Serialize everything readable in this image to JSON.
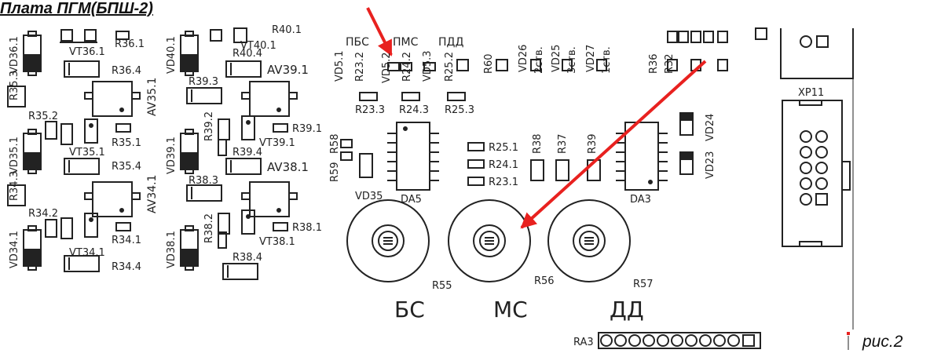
{
  "title": "Плата ПГМ(БПШ-2)",
  "figure_label": "рис.2",
  "colors": {
    "line": "#222222",
    "arrow": "#e8211f",
    "background": "#ffffff"
  },
  "group_labels": [
    "ПБС",
    "ПМС",
    "ПДД"
  ],
  "pot_labels": [
    "БС",
    "МС",
    "ДД"
  ],
  "resistors_left": [
    "R36.1",
    "R36.4",
    "R35.1",
    "R35.4",
    "R34.1",
    "R34.4",
    "R35.3",
    "R35.2",
    "R34.3",
    "R34.2",
    "R40.1",
    "R40.4",
    "R39.3",
    "R39.2",
    "R39.1",
    "R39.4",
    "R38.3",
    "R38.2",
    "R38.1",
    "R38.4"
  ],
  "transistors": [
    "VT36.1",
    "VT35.1",
    "VT34.1",
    "VT40.1",
    "VT39.1",
    "VT38.1"
  ],
  "diodes_left": [
    "VD36.1",
    "VD35.1",
    "VD34.1",
    "VD40.1",
    "VD39.1",
    "VD38.1"
  ],
  "av_blocks": [
    "AV39.1",
    "AV38.1",
    "AV35.1",
    "AV34.1"
  ],
  "top_row": [
    "VD5.1",
    "R23.2",
    "VD5.2",
    "R24.2",
    "VD5.3",
    "R25.2",
    "R60",
    "VD26",
    "2ств.",
    "VD25",
    "3ств.",
    "VD27",
    "1ств.",
    "R36",
    "R32"
  ],
  "mid_row": [
    "R23.3",
    "R24.3",
    "R25.3"
  ],
  "center_labels": [
    "R59",
    "R58",
    "VD35",
    "DA5",
    "R25.1",
    "R24.1",
    "R23.1",
    "R38",
    "R37",
    "R39",
    "DA3",
    "VD23",
    "VD24"
  ],
  "pot_resistors": [
    "R55",
    "R56",
    "R57"
  ],
  "connector": "XP11",
  "resistor_array": "RA3"
}
